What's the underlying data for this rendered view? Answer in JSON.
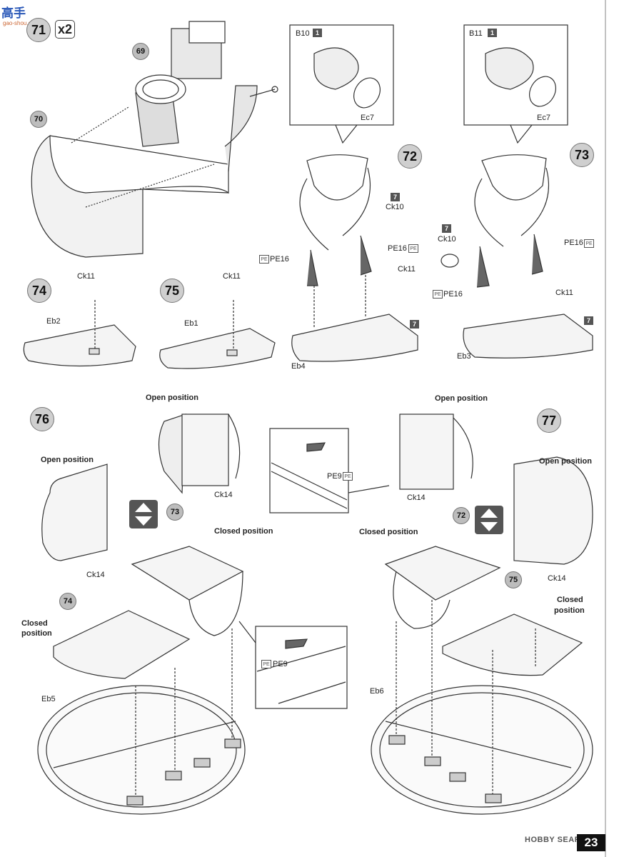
{
  "watermark": {
    "site_cn": "高手",
    "domain": "gao-shou.com",
    "bottom": "HOBBY SEARCH"
  },
  "page_number": "23",
  "steps": {
    "s71": "71",
    "s71_qty": "x2",
    "s72": "72",
    "s73": "73",
    "s74": "74",
    "s75": "75",
    "s76": "76",
    "s77": "77"
  },
  "refs": {
    "r69": "69",
    "r70": "70",
    "r73_a": "73",
    "r72_a": "72",
    "r74_a": "74",
    "r75_a": "75"
  },
  "parts": {
    "b10": "B10",
    "b11": "B11",
    "ec7_a": "Ec7",
    "ec7_b": "Ec7",
    "ck10_a": "Ck10",
    "ck10_b": "Ck10",
    "pe16_a": "PE16",
    "pe16_b": "PE16",
    "pe16_c": "PE16",
    "pe16_d": "PE16",
    "ck11_a": "Ck11",
    "ck11_b": "Ck11",
    "ck11_c": "Ck11",
    "ck11_d": "Ck11",
    "eb2": "Eb2",
    "eb1": "Eb1",
    "eb4": "Eb4",
    "eb3": "Eb3",
    "eb5": "Eb5",
    "eb6": "Eb6",
    "pe9_a": "PE9",
    "pe9_b": "PE9",
    "ck14_a": "Ck14",
    "ck14_b": "Ck14",
    "ck14_c": "Ck14",
    "ck14_d": "Ck14"
  },
  "sprue_tags": {
    "t1a": "1",
    "t1b": "1",
    "t7a": "7",
    "t7b": "7",
    "t7c": "7",
    "t7d": "7"
  },
  "captions": {
    "open_76a": "Open position",
    "open_76b": "Open position",
    "closed_76": "Closed position",
    "closed_76b": "Closed position",
    "open_77a": "Open position",
    "open_77b": "Open position",
    "closed_77": "Closed position",
    "closed_77b_l1": "Closed",
    "closed_77b_l2": "position",
    "closed_74_l1": "Closed",
    "closed_74_l2": "position"
  }
}
